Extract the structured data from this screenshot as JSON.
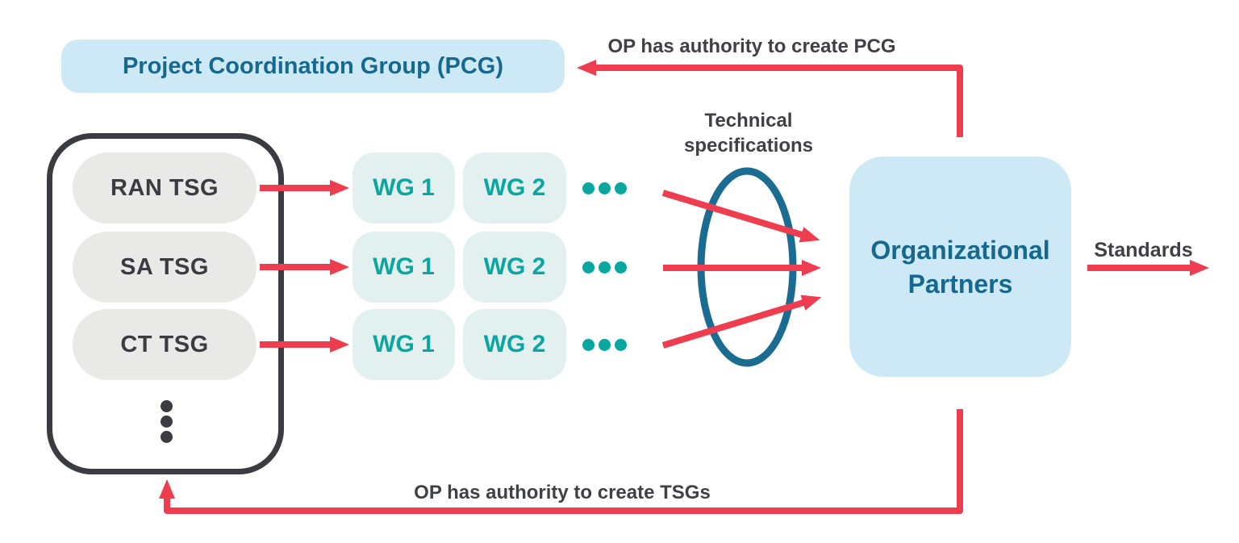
{
  "colors": {
    "red": "#EE3D4E",
    "dark_gray": "#3A3C42",
    "label_gray": "#3F4146",
    "pale_blue": "#CEE9F6",
    "blue_text": "#16688F",
    "teal": "#0BA6A0",
    "pale_teal": "#E2F1F0",
    "pale_gray": "#E9E9E8",
    "ellipse_blue": "#1A6C90",
    "background": "#FFFFFF"
  },
  "pcg": {
    "label": "Project Coordination Group (PCG)"
  },
  "tsg_rows": [
    {
      "tsg": "RAN TSG",
      "wg1": "WG 1",
      "wg2": "WG 2"
    },
    {
      "tsg": "SA TSG",
      "wg1": "WG 1",
      "wg2": "WG 2"
    },
    {
      "tsg": "CT TSG",
      "wg1": "WG 1",
      "wg2": "WG 2"
    }
  ],
  "op": {
    "label": "Organizational Partners"
  },
  "labels": {
    "op_creates_pcg": "OP has authority to create PCG",
    "op_creates_tsgs": "OP has authority to create TSGs",
    "technical_specifications": "Technical specifications",
    "standards": "Standards"
  }
}
